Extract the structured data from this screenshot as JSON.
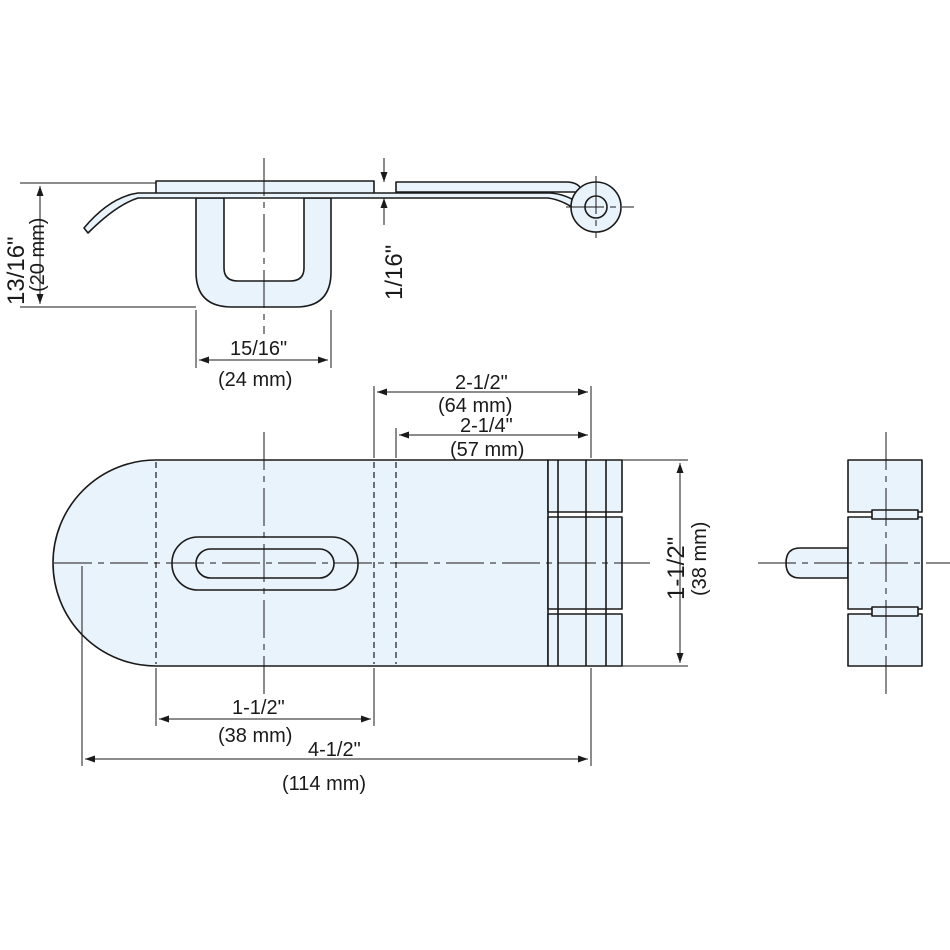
{
  "dimensions": {
    "height_overall": {
      "inch": "13/16\"",
      "mm": "(20 mm)"
    },
    "thickness": {
      "inch": "1/16\""
    },
    "staple_width": {
      "inch": "15/16\"",
      "mm": "(24 mm)"
    },
    "hinge_to_edge": {
      "inch": "2-1/2\"",
      "mm": "(64 mm)"
    },
    "hinge_to_slot": {
      "inch": "2-1/4\"",
      "mm": "(57 mm)"
    },
    "width": {
      "inch": "1-1/2\"",
      "mm": "(38 mm)"
    },
    "slot_length": {
      "inch": "1-1/2\"",
      "mm": "(38 mm)"
    },
    "overall_length": {
      "inch": "4-1/2\"",
      "mm": "(114 mm)"
    }
  }
}
